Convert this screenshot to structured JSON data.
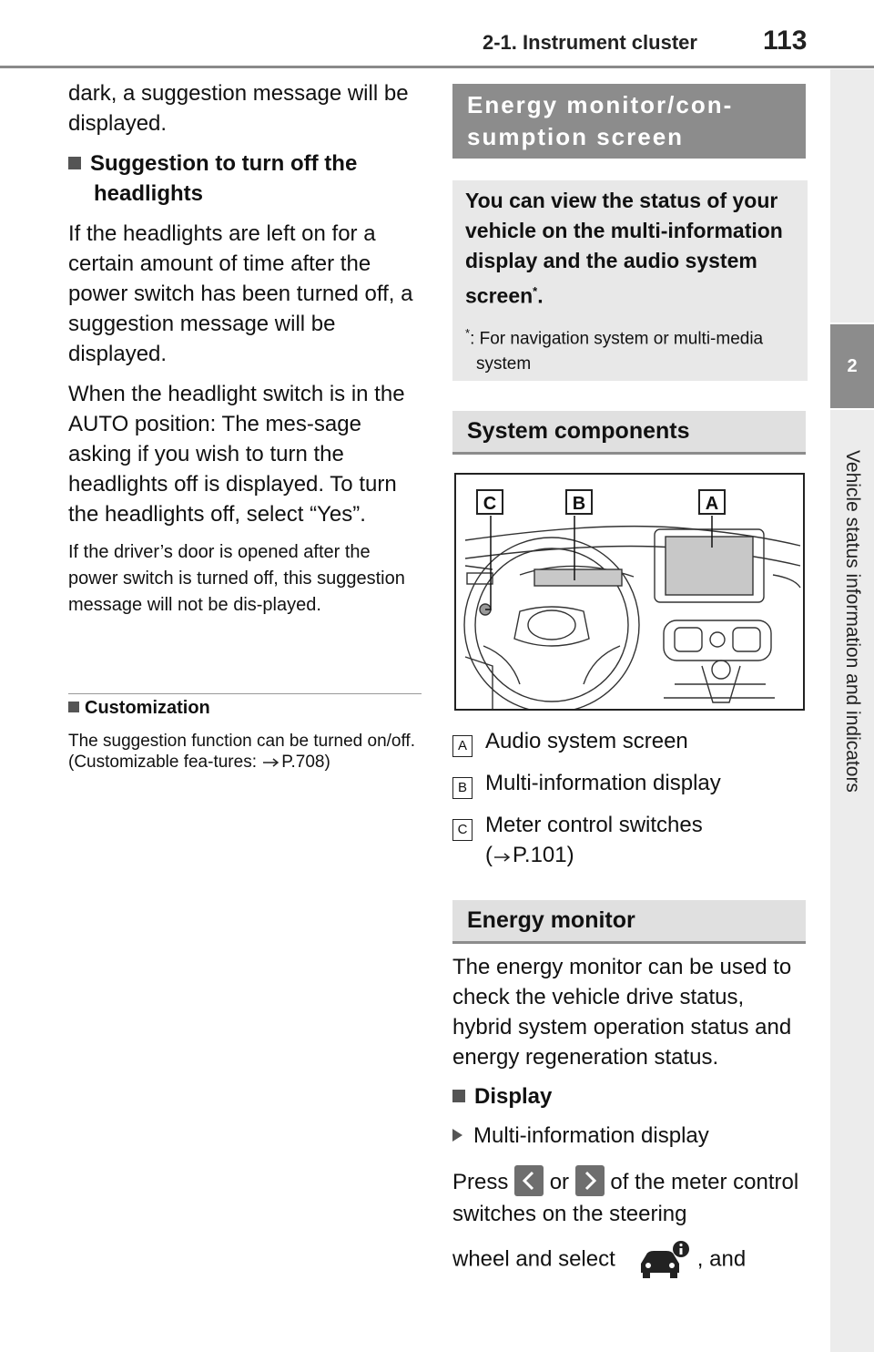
{
  "header": {
    "section": "2-1. Instrument cluster",
    "page_number": "113"
  },
  "side_tab": {
    "number": "2",
    "text": "Vehicle status information and indicators"
  },
  "left": {
    "p1": "dark, a suggestion message will be displayed.",
    "heading1": "Suggestion to turn off the headlights",
    "p2": "If the headlights are left on for a certain amount of time after the power switch has been turned off, a suggestion message will be displayed.",
    "p3": "When the headlight switch is in the AUTO position: The mes-sage asking if you wish to turn the headlights off is displayed. To turn the headlights off, select “Yes”.",
    "p4": "If the driver’s door is opened after the power switch is turned off, this suggestion message will not be dis-played.",
    "customization_heading": "Customization",
    "customization_text_before": "The suggestion function can be turned on/off. (Customizable fea-tures: ",
    "customization_ref": "P.708)"
  },
  "right": {
    "section1_title": "Energy monitor/con-sumption screen",
    "intro": "You can view the status of your vehicle on the multi-information display and the audio system screen",
    "intro_star": "*",
    "intro_end": ".",
    "note_mark": "*",
    "note": ": For navigation system or multi-media system",
    "section2_title": "System components",
    "figure_callouts": [
      "C",
      "B",
      "A"
    ],
    "legend": [
      {
        "label": "A",
        "text": "Audio system screen"
      },
      {
        "label": "B",
        "text": "Multi-information display"
      },
      {
        "label": "C",
        "text": "Meter control switches"
      }
    ],
    "legend_c_ref": "P.101)",
    "legend_c_open": "(",
    "section3_title": "Energy monitor",
    "p1": "The energy monitor can be used to check the vehicle drive status, hybrid system operation status and energy regeneration status.",
    "display_heading": "Display",
    "mid_item": "Multi-information display",
    "press_1": "Press",
    "press_or": "or",
    "press_2": "of the meter control switches on the steering",
    "wheel_1": "wheel and select",
    "wheel_2": ", and"
  },
  "icons": [
    "arrow-ref-icon",
    "left-arrow-key-icon",
    "right-arrow-key-icon",
    "car-info-icon"
  ]
}
